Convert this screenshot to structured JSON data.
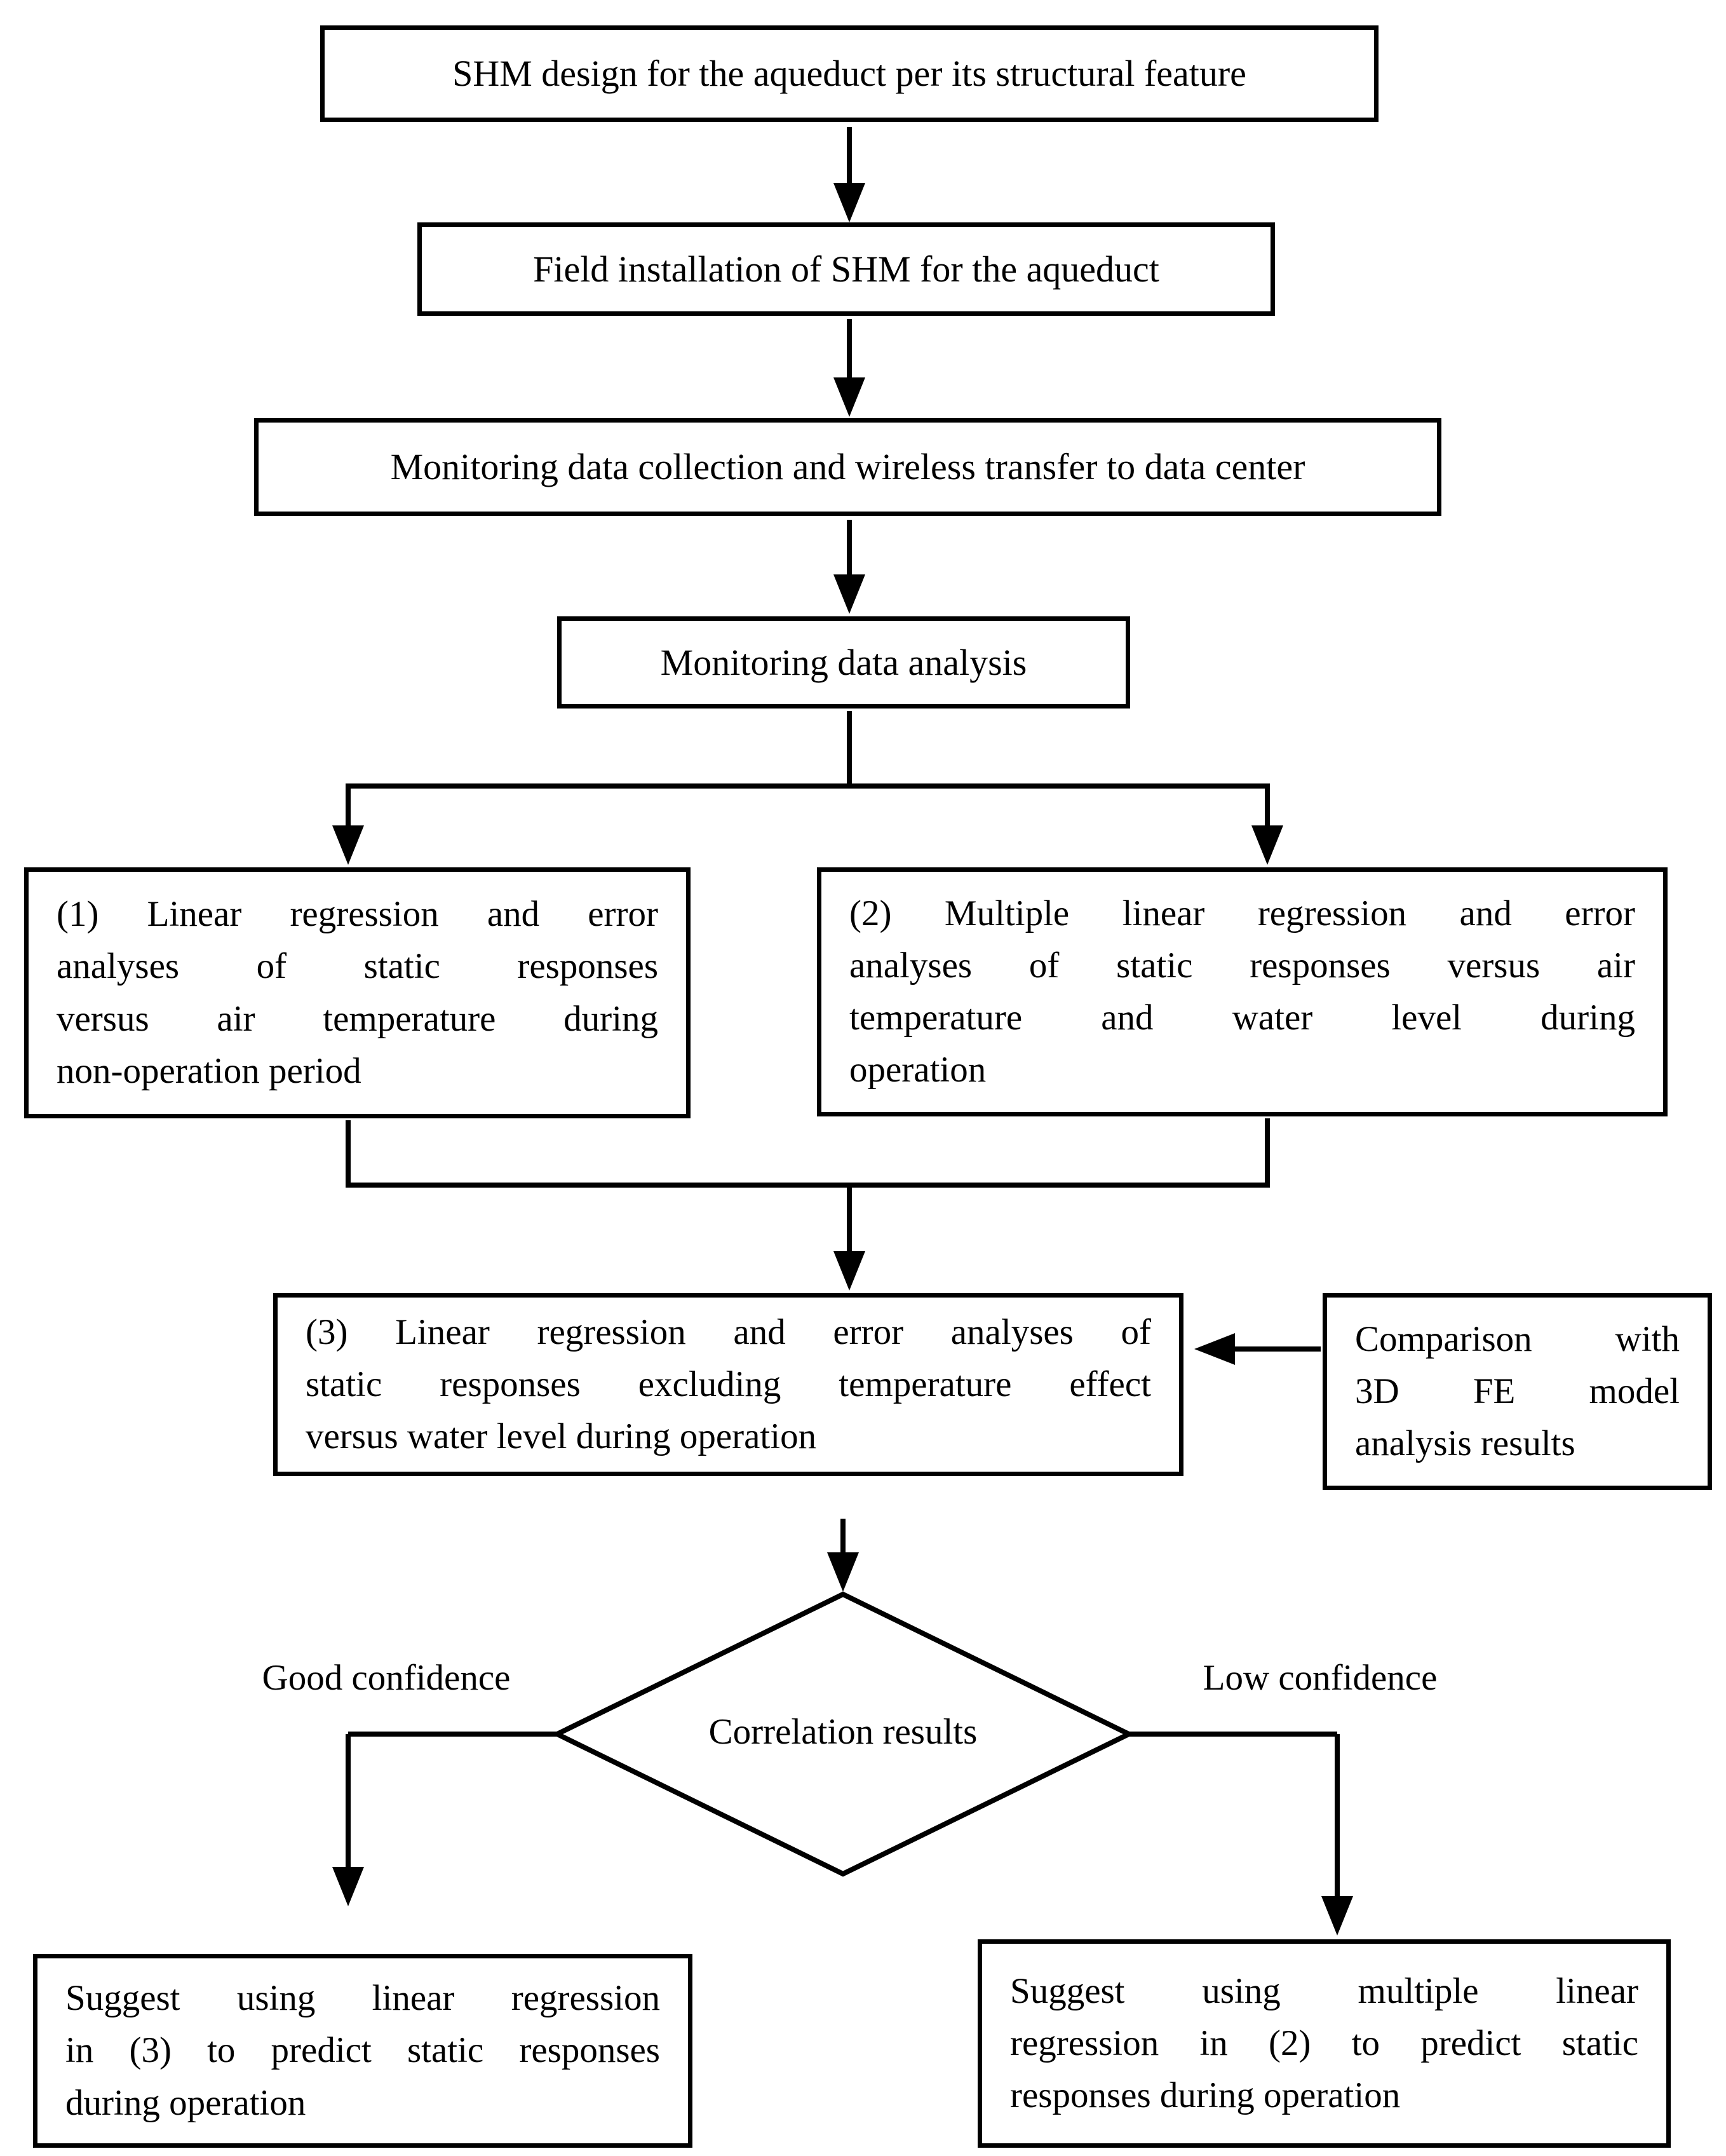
{
  "flowchart": {
    "nodes": {
      "shm_design": {
        "label": "SHM design for the aqueduct per its structural feature"
      },
      "field_installation": {
        "label": "Field installation of SHM for the aqueduct"
      },
      "data_collection": {
        "label": "Monitoring data collection and wireless transfer to data center"
      },
      "data_analysis": {
        "label": "Monitoring data analysis"
      },
      "analysis_1": {
        "label": "(1) Linear regression and error analyses of static responses versus air temperature during non-operation period",
        "lines": [
          "(1) Linear regression and error",
          "analyses of static responses",
          "versus air temperature during",
          "non-operation period"
        ]
      },
      "analysis_2": {
        "label": "(2) Multiple linear regression and error analyses of static responses versus air temperature and water level during operation",
        "lines": [
          "(2) Multiple linear regression and error",
          "analyses of static responses versus air",
          "temperature and water level during",
          "operation"
        ]
      },
      "analysis_3": {
        "label": "(3) Linear regression and error analyses of static responses excluding temperature effect versus water level during operation",
        "lines": [
          "(3) Linear regression and error analyses of",
          "static responses excluding temperature effect",
          "versus water level during operation"
        ]
      },
      "fe_comparison": {
        "label": "Comparison with 3D FE model analysis results",
        "lines": [
          "Comparison with",
          "3D FE model",
          "analysis results"
        ]
      },
      "decision": {
        "label": "Correlation results"
      },
      "suggest_linear": {
        "label": "Suggest using linear regression in (3) to predict static responses during operation",
        "lines": [
          "Suggest using linear regression",
          "in (3) to predict static responses",
          "during operation"
        ]
      },
      "suggest_multiple": {
        "label": "Suggest using multiple linear regression in (2) to predict static responses during operation",
        "lines": [
          "Suggest using multiple linear",
          "regression in (2) to predict static",
          "responses during operation"
        ]
      }
    },
    "branch_labels": {
      "left": "Good confidence",
      "right": "Low confidence"
    },
    "colors": {
      "line": "#000000",
      "text": "#000000",
      "background": "#ffffff"
    }
  }
}
